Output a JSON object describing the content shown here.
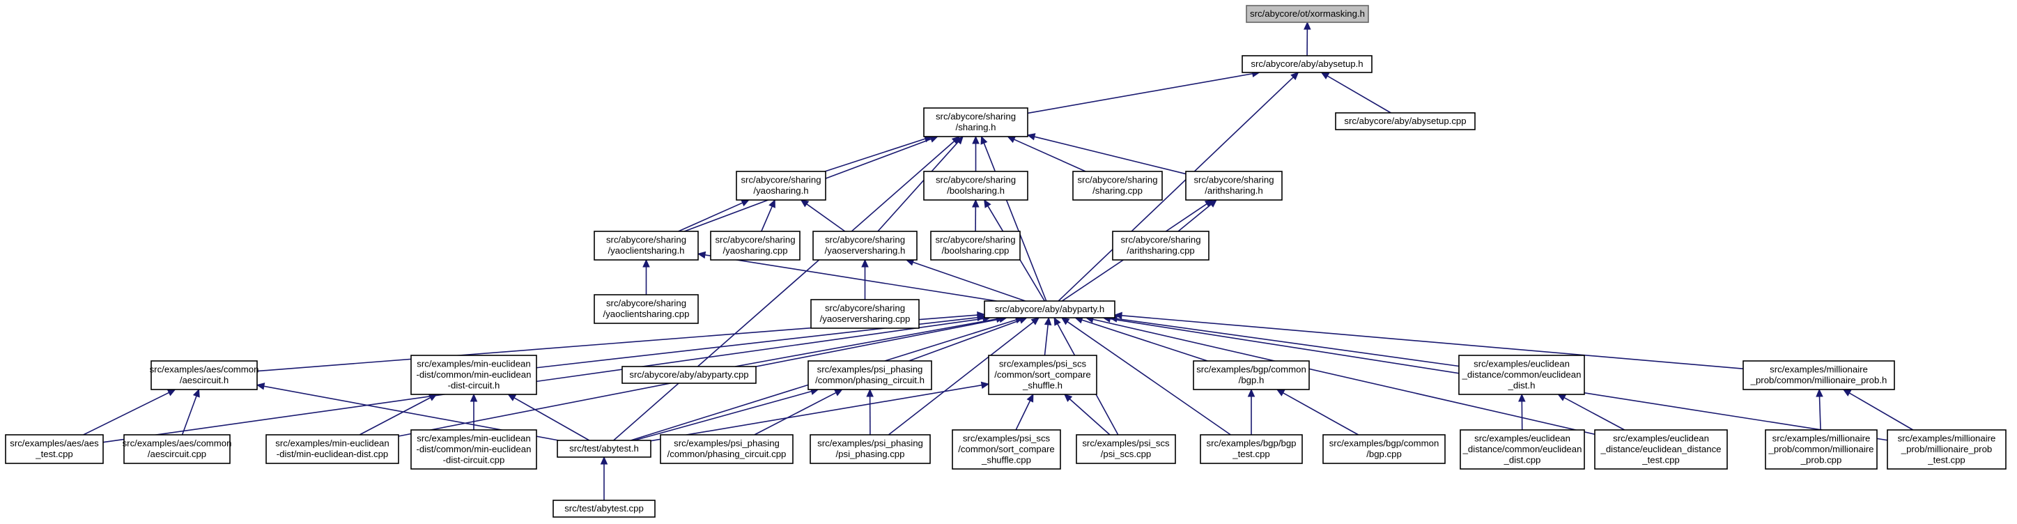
{
  "graph": {
    "nodes": [
      {
        "id": "n_xormasking",
        "lines": [
          "src/abycore/ot/xormasking.h"
        ],
        "root": true
      },
      {
        "id": "n_abysetup_h",
        "lines": [
          "src/abycore/aby/abysetup.h"
        ]
      },
      {
        "id": "n_sharing_h",
        "lines": [
          "src/abycore/sharing",
          "/sharing.h"
        ]
      },
      {
        "id": "n_abysetup_cpp",
        "lines": [
          "src/abycore/aby/abysetup.cpp"
        ]
      },
      {
        "id": "n_yaosharing_h",
        "lines": [
          "src/abycore/sharing",
          "/yaosharing.h"
        ]
      },
      {
        "id": "n_boolsharing_h",
        "lines": [
          "src/abycore/sharing",
          "/boolsharing.h"
        ]
      },
      {
        "id": "n_sharing_cpp",
        "lines": [
          "src/abycore/sharing",
          "/sharing.cpp"
        ]
      },
      {
        "id": "n_arithsharing_h",
        "lines": [
          "src/abycore/sharing",
          "/arithsharing.h"
        ]
      },
      {
        "id": "n_yaoclientsharing_h",
        "lines": [
          "src/abycore/sharing",
          "/yaoclientsharing.h"
        ]
      },
      {
        "id": "n_yaosharing_cpp",
        "lines": [
          "src/abycore/sharing",
          "/yaosharing.cpp"
        ]
      },
      {
        "id": "n_yaoserversharing_h",
        "lines": [
          "src/abycore/sharing",
          "/yaoserversharing.h"
        ]
      },
      {
        "id": "n_boolsharing_cpp",
        "lines": [
          "src/abycore/sharing",
          "/boolsharing.cpp"
        ]
      },
      {
        "id": "n_arithsharing_cpp",
        "lines": [
          "src/abycore/sharing",
          "/arithsharing.cpp"
        ]
      },
      {
        "id": "n_yaoclientsharing_cpp",
        "lines": [
          "src/abycore/sharing",
          "/yaoclientsharing.cpp"
        ]
      },
      {
        "id": "n_yaoserversharing_cpp",
        "lines": [
          "src/abycore/sharing",
          "/yaoserversharing.cpp"
        ]
      },
      {
        "id": "n_abyparty_h",
        "lines": [
          "src/abycore/aby/abyparty.h"
        ]
      },
      {
        "id": "n_aescircuit_h",
        "lines": [
          "src/examples/aes/common",
          "/aescircuit.h"
        ]
      },
      {
        "id": "n_mineucl_circuit_h",
        "lines": [
          "src/examples/min-euclidean",
          "-dist/common/min-euclidean",
          "-dist-circuit.h"
        ]
      },
      {
        "id": "n_abyparty_cpp",
        "lines": [
          "src/abycore/aby/abyparty.cpp"
        ]
      },
      {
        "id": "n_phasing_circuit_h",
        "lines": [
          "src/examples/psi_phasing",
          "/common/phasing_circuit.h"
        ]
      },
      {
        "id": "n_sort_compare_h",
        "lines": [
          "src/examples/psi_scs",
          "/common/sort_compare",
          "_shuffle.h"
        ]
      },
      {
        "id": "n_bgp_h",
        "lines": [
          "src/examples/bgp/common",
          "/bgp.h"
        ]
      },
      {
        "id": "n_eucl_dist_h",
        "lines": [
          "src/examples/euclidean",
          "_distance/common/euclidean",
          "_dist.h"
        ]
      },
      {
        "id": "n_millionaire_h",
        "lines": [
          "src/examples/millionaire",
          "_prob/common/millionaire_prob.h"
        ]
      },
      {
        "id": "n_aes_test_cpp",
        "lines": [
          "src/examples/aes/aes",
          "_test.cpp"
        ]
      },
      {
        "id": "n_aescircuit_cpp",
        "lines": [
          "src/examples/aes/common",
          "/aescircuit.cpp"
        ]
      },
      {
        "id": "n_mineucl_dist_cpp",
        "lines": [
          "src/examples/min-euclidean",
          "-dist/min-euclidean-dist.cpp"
        ]
      },
      {
        "id": "n_mineucl_circuit_cpp",
        "lines": [
          "src/examples/min-euclidean",
          "-dist/common/min-euclidean",
          "-dist-circuit.cpp"
        ]
      },
      {
        "id": "n_abytest_h",
        "lines": [
          "src/test/abytest.h"
        ]
      },
      {
        "id": "n_phasing_circuit_cpp",
        "lines": [
          "src/examples/psi_phasing",
          "/common/phasing_circuit.cpp"
        ]
      },
      {
        "id": "n_psi_phasing_cpp",
        "lines": [
          "src/examples/psi_phasing",
          "/psi_phasing.cpp"
        ]
      },
      {
        "id": "n_sort_compare_cpp",
        "lines": [
          "src/examples/psi_scs",
          "/common/sort_compare",
          "_shuffle.cpp"
        ]
      },
      {
        "id": "n_psi_scs_cpp",
        "lines": [
          "src/examples/psi_scs",
          "/psi_scs.cpp"
        ]
      },
      {
        "id": "n_bgp_test_cpp",
        "lines": [
          "src/examples/bgp/bgp",
          "_test.cpp"
        ]
      },
      {
        "id": "n_bgp_cpp",
        "lines": [
          "src/examples/bgp/common",
          "/bgp.cpp"
        ]
      },
      {
        "id": "n_eucl_dist_cpp",
        "lines": [
          "src/examples/euclidean",
          "_distance/common/euclidean",
          "_dist.cpp"
        ]
      },
      {
        "id": "n_eucl_test_cpp",
        "lines": [
          "src/examples/euclidean",
          "_distance/euclidean_distance",
          "_test.cpp"
        ]
      },
      {
        "id": "n_millionaire_cpp",
        "lines": [
          "src/examples/millionaire",
          "_prob/common/millionaire",
          "_prob.cpp"
        ]
      },
      {
        "id": "n_millionaire_test_cpp",
        "lines": [
          "src/examples/millionaire",
          "_prob/millionaire_prob",
          "_test.cpp"
        ]
      },
      {
        "id": "n_abytest_cpp",
        "lines": [
          "src/test/abytest.cpp"
        ]
      }
    ],
    "edges": [
      [
        "n_abysetup_h",
        "n_xormasking"
      ],
      [
        "n_sharing_h",
        "n_abysetup_h"
      ],
      [
        "n_abysetup_cpp",
        "n_abysetup_h"
      ],
      [
        "n_abyparty_h",
        "n_abysetup_h"
      ],
      [
        "n_yaosharing_h",
        "n_sharing_h"
      ],
      [
        "n_boolsharing_h",
        "n_sharing_h"
      ],
      [
        "n_sharing_cpp",
        "n_sharing_h"
      ],
      [
        "n_arithsharing_h",
        "n_sharing_h"
      ],
      [
        "n_yaoclientsharing_h",
        "n_sharing_h"
      ],
      [
        "n_yaoserversharing_h",
        "n_sharing_h"
      ],
      [
        "n_abyparty_h",
        "n_sharing_h"
      ],
      [
        "n_abytest_h",
        "n_sharing_h"
      ],
      [
        "n_yaoclientsharing_h",
        "n_yaosharing_h"
      ],
      [
        "n_yaosharing_cpp",
        "n_yaosharing_h"
      ],
      [
        "n_yaoserversharing_h",
        "n_yaosharing_h"
      ],
      [
        "n_boolsharing_cpp",
        "n_boolsharing_h"
      ],
      [
        "n_abyparty_h",
        "n_boolsharing_h"
      ],
      [
        "n_arithsharing_cpp",
        "n_arithsharing_h"
      ],
      [
        "n_abyparty_h",
        "n_arithsharing_h"
      ],
      [
        "n_yaoclientsharing_cpp",
        "n_yaoclientsharing_h"
      ],
      [
        "n_abyparty_h",
        "n_yaoclientsharing_h"
      ],
      [
        "n_yaoserversharing_cpp",
        "n_yaoserversharing_h"
      ],
      [
        "n_abyparty_h",
        "n_yaoserversharing_h"
      ],
      [
        "n_aes_test_cpp",
        "n_abyparty_h"
      ],
      [
        "n_aescircuit_h",
        "n_abyparty_h"
      ],
      [
        "n_mineucl_dist_cpp",
        "n_abyparty_h"
      ],
      [
        "n_mineucl_circuit_h",
        "n_abyparty_h"
      ],
      [
        "n_abyparty_cpp",
        "n_abyparty_h"
      ],
      [
        "n_abytest_h",
        "n_abyparty_h"
      ],
      [
        "n_phasing_circuit_h",
        "n_abyparty_h"
      ],
      [
        "n_psi_phasing_cpp",
        "n_abyparty_h"
      ],
      [
        "n_sort_compare_h",
        "n_abyparty_h"
      ],
      [
        "n_psi_scs_cpp",
        "n_abyparty_h"
      ],
      [
        "n_bgp_h",
        "n_abyparty_h"
      ],
      [
        "n_bgp_test_cpp",
        "n_abyparty_h"
      ],
      [
        "n_eucl_dist_h",
        "n_abyparty_h"
      ],
      [
        "n_eucl_test_cpp",
        "n_abyparty_h"
      ],
      [
        "n_millionaire_h",
        "n_abyparty_h"
      ],
      [
        "n_millionaire_test_cpp",
        "n_abyparty_h"
      ],
      [
        "n_aes_test_cpp",
        "n_aescircuit_h"
      ],
      [
        "n_aescircuit_cpp",
        "n_aescircuit_h"
      ],
      [
        "n_abytest_h",
        "n_aescircuit_h"
      ],
      [
        "n_mineucl_dist_cpp",
        "n_mineucl_circuit_h"
      ],
      [
        "n_mineucl_circuit_cpp",
        "n_mineucl_circuit_h"
      ],
      [
        "n_abytest_h",
        "n_mineucl_circuit_h"
      ],
      [
        "n_abytest_h",
        "n_phasing_circuit_h"
      ],
      [
        "n_phasing_circuit_cpp",
        "n_phasing_circuit_h"
      ],
      [
        "n_psi_phasing_cpp",
        "n_phasing_circuit_h"
      ],
      [
        "n_abytest_h",
        "n_sort_compare_h"
      ],
      [
        "n_sort_compare_cpp",
        "n_sort_compare_h"
      ],
      [
        "n_psi_scs_cpp",
        "n_sort_compare_h"
      ],
      [
        "n_bgp_test_cpp",
        "n_bgp_h"
      ],
      [
        "n_bgp_cpp",
        "n_bgp_h"
      ],
      [
        "n_eucl_dist_cpp",
        "n_eucl_dist_h"
      ],
      [
        "n_eucl_test_cpp",
        "n_eucl_dist_h"
      ],
      [
        "n_millionaire_cpp",
        "n_millionaire_h"
      ],
      [
        "n_millionaire_test_cpp",
        "n_millionaire_h"
      ],
      [
        "n_abytest_cpp",
        "n_abytest_h"
      ]
    ]
  }
}
